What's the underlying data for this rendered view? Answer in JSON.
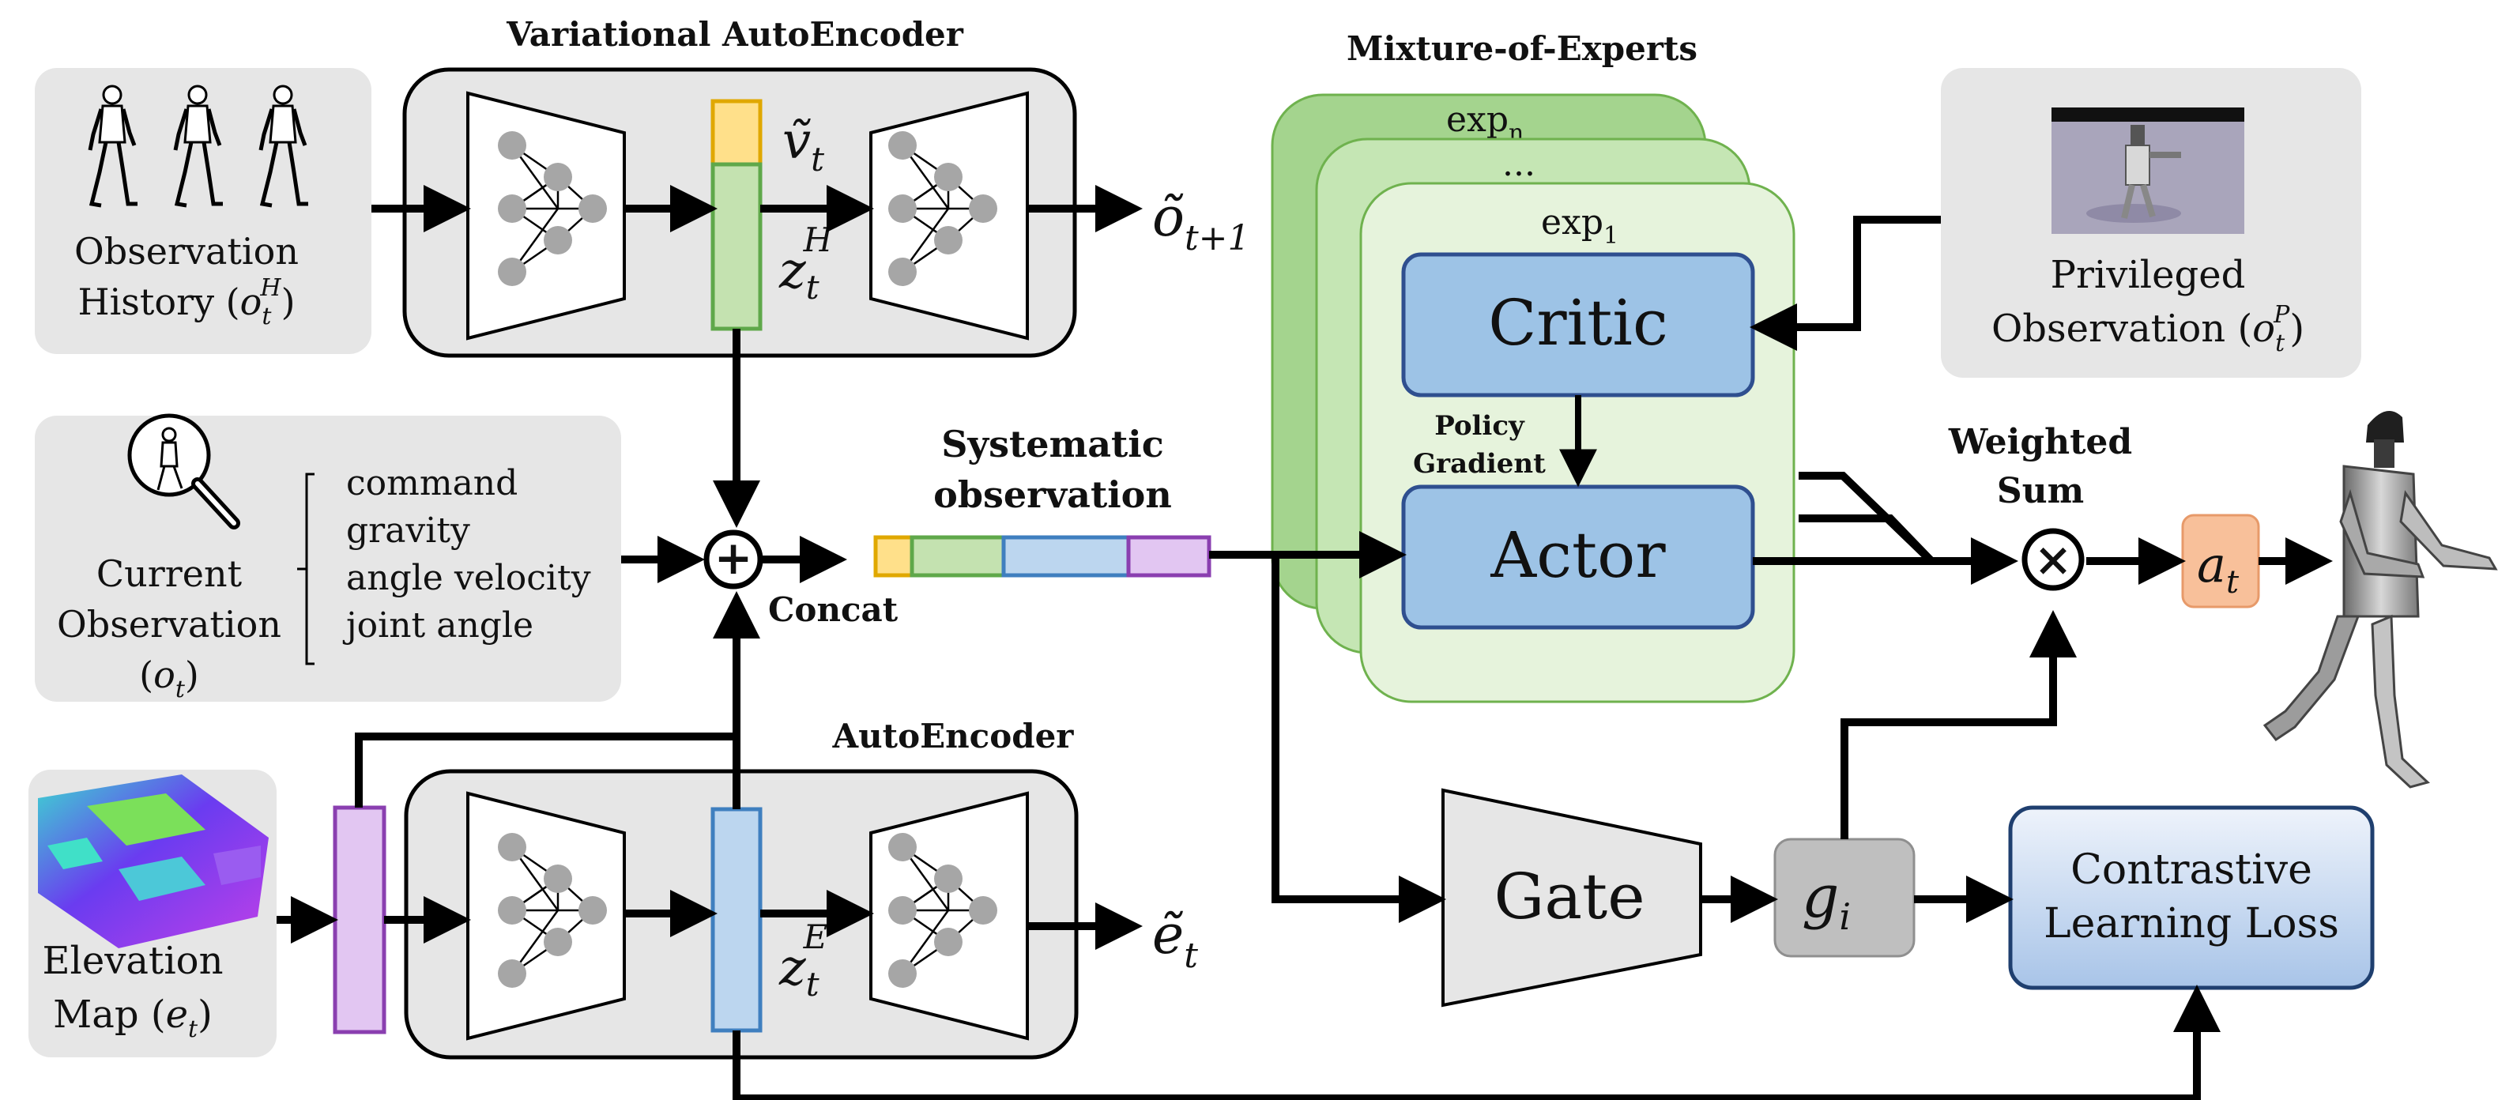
{
  "vae": {
    "title": "Variational AutoEncoder",
    "v_base": "ṽ",
    "v_sub": "t",
    "z_base": "z",
    "z_sub": "t",
    "z_sup": "H",
    "out_base": "õ",
    "out_sub": "t+1"
  },
  "history": {
    "line1": "Observation",
    "line2_prefix": "History (",
    "sym_base": "o",
    "sym_sub": "t",
    "sym_sup": "H",
    "line2_suffix": ")"
  },
  "current": {
    "line1": "Current",
    "line2": "Observation",
    "line3_prefix": "(",
    "sym_base": "o",
    "sym_sub": "t",
    "line3_suffix": ")",
    "items": [
      "command",
      "gravity",
      "angle velocity",
      "joint angle"
    ]
  },
  "concat_label": "Concat",
  "concat_symbol": "+",
  "systematic": {
    "line1": "Systematic",
    "line2": "observation"
  },
  "moe": {
    "title": "Mixture-of-Experts",
    "exp_n_base": "exp",
    "exp_n_sub": "n",
    "ellipsis": "...",
    "exp_1_base": "exp",
    "exp_1_sub": "1",
    "critic": "Critic",
    "actor": "Actor",
    "policy_gradient_1": "Policy",
    "policy_gradient_2": "Gradient"
  },
  "privileged": {
    "line1": "Privileged",
    "line2_prefix": "Observation (",
    "sym_base": "o",
    "sym_sub": "t",
    "sym_sup": "P",
    "line2_suffix": ")"
  },
  "weighted_sum": {
    "line1": "Weighted",
    "line2": "Sum",
    "symbol": "×"
  },
  "action": {
    "base": "a",
    "sub": "t"
  },
  "ae": {
    "title": "AutoEncoder",
    "z_base": "z",
    "z_sub": "t",
    "z_sup": "E",
    "out_base": "ẽ",
    "out_sub": "t"
  },
  "elevation": {
    "line1": "Elevation",
    "line2_prefix": "Map (",
    "sym_base": "e",
    "sym_sub": "t",
    "line2_suffix": ")"
  },
  "gate": {
    "label": "Gate",
    "g_base": "g",
    "g_sub": "i"
  },
  "contrastive": {
    "line1": "Contrastive",
    "line2": "Learning Loss"
  },
  "colors": {
    "panel_gray": "#e6e6e6",
    "latent_yellow": "#ffe08a",
    "latent_yellow_border": "#e0a800",
    "latent_green": "#c4e2b0",
    "latent_green_border": "#5fa84a",
    "latent_blue": "#bcd6ef",
    "latent_blue_border": "#3f7fbf",
    "latent_purple": "#e2c6f2",
    "latent_purple_border": "#8a3fb0",
    "expert_dark": "#a4d48e",
    "expert_mid": "#c5e6b4",
    "expert_light": "#e6f3dc",
    "actor_critic_fill": "#9dc3e6",
    "actor_critic_border": "#2f4f8f",
    "action_fill": "#f8c09a",
    "gi_fill": "#bfbfbf"
  }
}
